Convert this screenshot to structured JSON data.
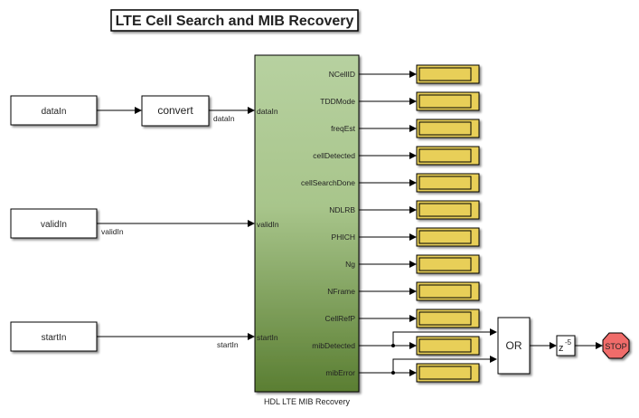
{
  "title": "LTE Cell Search and MIB Recovery",
  "blocks": {
    "inport_dataIn": "dataIn",
    "inport_validIn": "validIn",
    "inport_startIn": "startIn",
    "convert": "convert",
    "subsystem_name": "HDL LTE MIB Recovery",
    "or_gate": "OR",
    "delay_base": "z",
    "delay_exp": "-5",
    "stop": "STOP"
  },
  "signal_labels": {
    "dataIn": "dataIn",
    "validIn": "validIn",
    "startIn": "startIn"
  },
  "subsystem_inputs": [
    "dataIn",
    "validIn",
    "startIn"
  ],
  "subsystem_outputs": [
    "NCellID",
    "TDDMode",
    "freqEst",
    "cellDetected",
    "cellSearchDone",
    "NDLRB",
    "PHICH",
    "Ng",
    "NFrame",
    "CellRefP",
    "mibDetected",
    "mibError"
  ],
  "colors": {
    "display_fill": "#e8cf58",
    "subsystem_top": "#b5cf9e",
    "subsystem_bottom": "#5a7e32",
    "stop_fill": "#f06c6a"
  }
}
